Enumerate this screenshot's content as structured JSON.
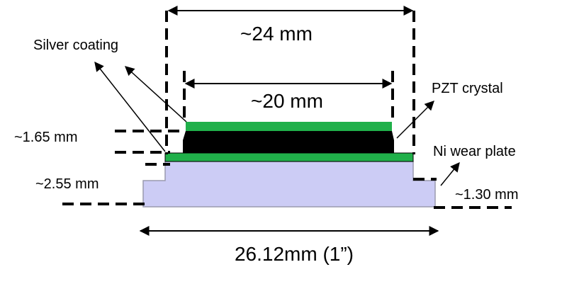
{
  "labels": {
    "width_24": "~24 mm",
    "width_20": "~20 mm",
    "width_total": "26.12mm (1”)",
    "silver": "Silver coating",
    "pzt": "PZT crystal",
    "ni": "Ni wear plate",
    "h_165": "~1.65 mm",
    "h_255": "~2.55 mm",
    "h_130": "~1.30 mm"
  },
  "colors": {
    "silver_coating": "#20b04a",
    "pzt_crystal": "#000000",
    "ni_wear_plate": "#20b04a",
    "housing": "#ccccf5",
    "housing_stroke": "#9a9aae"
  }
}
